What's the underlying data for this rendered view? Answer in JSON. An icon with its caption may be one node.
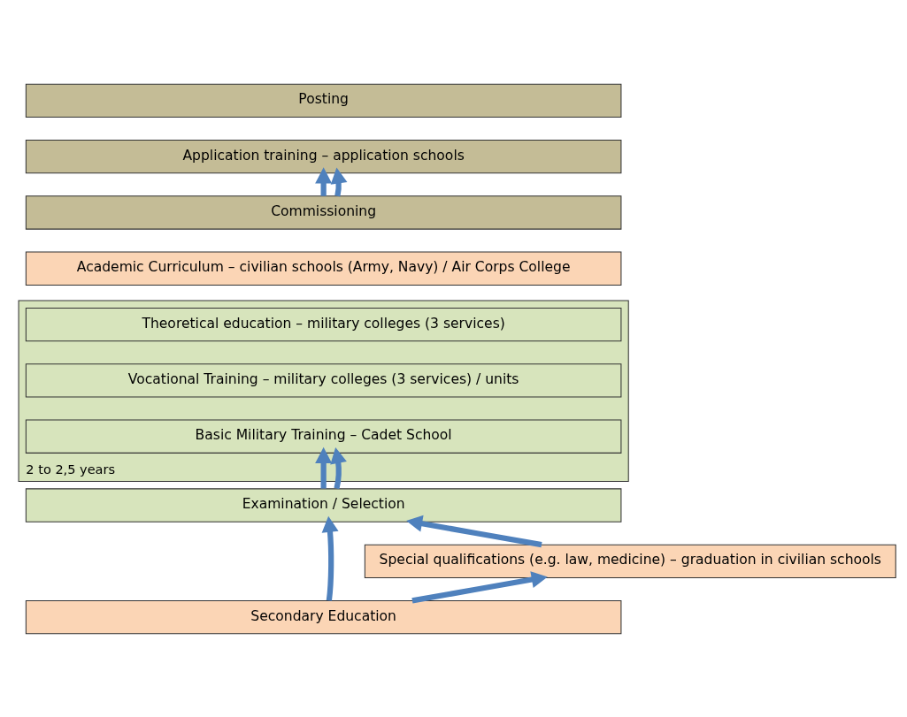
{
  "diagram": {
    "nodes": [
      {
        "text": [
          "Posting"
        ]
      },
      {
        "text": [
          "Application training – application schools"
        ]
      },
      {
        "text": [
          "Commissioning"
        ]
      },
      {
        "text": [
          "Academic Curriculum – civilian schools (Army, Navy) / Air Corps College"
        ]
      },
      {
        "text": [
          "2 to 2,5 years"
        ]
      },
      {
        "text": [
          "Theoretical education – military colleges (3 services)"
        ],
        "in": 4
      },
      {
        "text": [
          "Vocational Training – military colleges (3 services) / units"
        ],
        "in": 4
      },
      {
        "text": [
          "Basic Military Training – Cadet School"
        ],
        "in": 4
      },
      {
        "text": [
          "Examination / Selection"
        ]
      },
      {
        "text": [
          "Special qualifications (e.g. law, medicine) – graduation in civilian schools"
        ]
      },
      {
        "text": [
          "Secondary Education"
        ]
      }
    ],
    "edges": [
      {
        "from": 2,
        "to": 1,
        "arrow": "to"
      },
      {
        "from": 2,
        "to": 1,
        "arrow": "to"
      },
      {
        "from": 8,
        "to": 7,
        "arrow": "to"
      },
      {
        "from": 8,
        "to": 7,
        "arrow": "to"
      },
      {
        "from": 10,
        "to": 8,
        "arrow": "to"
      },
      {
        "from": 9,
        "to": 8,
        "arrow": "to"
      },
      {
        "from": 10,
        "to": 9,
        "arrow": "to"
      }
    ]
  }
}
